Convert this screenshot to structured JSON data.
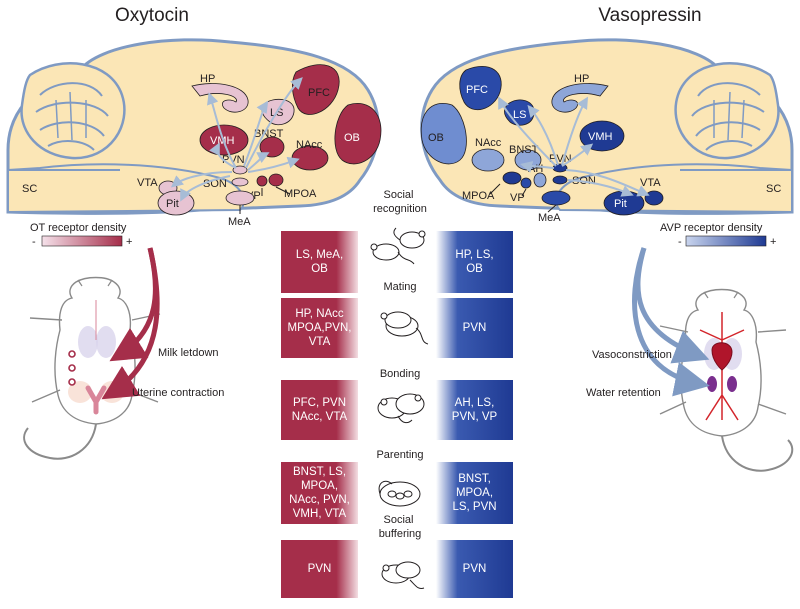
{
  "titles": {
    "oxytocin": "Oxytocin",
    "vasopressin": "Vasopressin"
  },
  "ot_brain": {
    "regions": [
      "HP",
      "PFC",
      "VMH",
      "OB",
      "LS",
      "BNST",
      "NAcc",
      "PVN",
      "SON",
      "VTA",
      "Pit",
      "VP",
      "MPOA",
      "MeA",
      "SC"
    ],
    "legend": {
      "title": "OT receptor density",
      "min": "-",
      "max": "+"
    }
  },
  "avp_brain": {
    "regions": [
      "PFC",
      "HP",
      "OB",
      "LS",
      "VMH",
      "NAcc",
      "BNST",
      "PVN",
      "AH",
      "SON",
      "VTA",
      "MPOA",
      "VP",
      "Pit",
      "MeA",
      "SC"
    ],
    "legend": {
      "title": "AVP receptor density",
      "min": "-",
      "max": "+"
    }
  },
  "peripheral": {
    "ot_effects": [
      "Milk letdown",
      "Uterine contraction"
    ],
    "avp_effects": [
      "Vasoconstriction",
      "Water retention"
    ]
  },
  "behaviors": [
    {
      "name": "Social\nrecognition",
      "ot": "LS, MeA,\nOB",
      "avp": "HP, LS,\nOB"
    },
    {
      "name": "Mating",
      "ot": "HP, NAcc\nMPOA,PVN,\nVTA",
      "avp": "PVN"
    },
    {
      "name": "Bonding",
      "ot": "PFC, PVN\nNAcc, VTA",
      "avp": "AH, LS,\nPVN, VP"
    },
    {
      "name": "Parenting",
      "ot": "BNST, LS,\nMPOA,\nNAcc, PVN,\nVMH, VTA",
      "avp": "BNST,\nMPOA,\nLS, PVN"
    },
    {
      "name": "Social\nbuffering",
      "ot": "PVN",
      "avp": "PVN"
    }
  ],
  "colors": {
    "ot_dark": "#a52e4a",
    "ot_light": "#e7c3d2",
    "avp_dark": "#1f3a93",
    "avp_light": "#8ea6d8",
    "brain_fill": "#fbe6b6",
    "brain_stroke": "#7f9ac3"
  }
}
